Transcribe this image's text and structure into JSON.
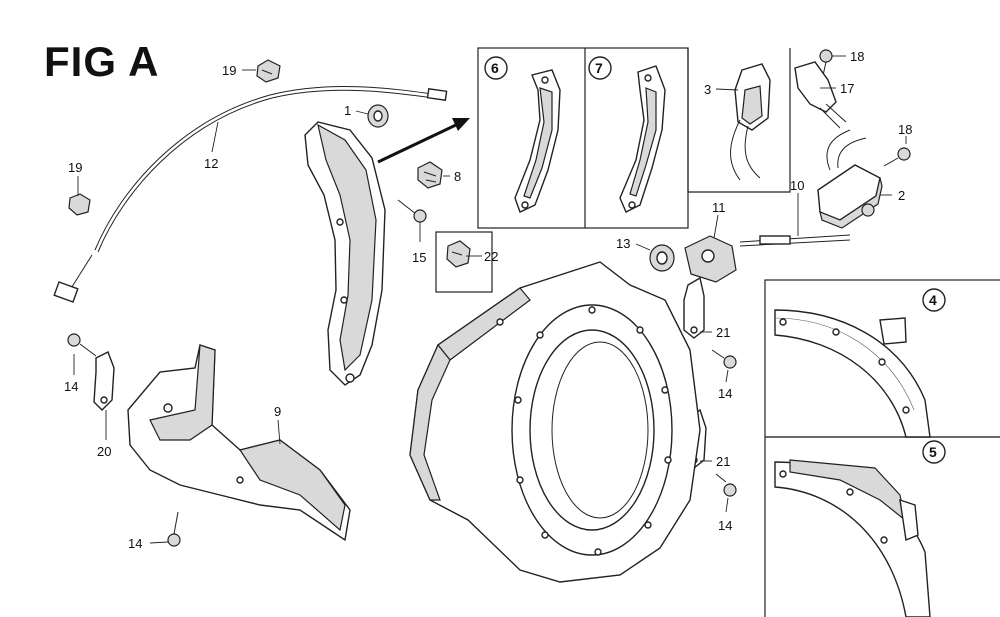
{
  "figure": {
    "title": "FIG A"
  },
  "callouts": {
    "p19a": "19",
    "p19b": "19",
    "p1": "1",
    "p12": "12",
    "p8": "8",
    "p15": "15",
    "p22": "22",
    "p14a": "14",
    "p20": "20",
    "p9": "9",
    "p14b": "14",
    "p3": "3",
    "p18a": "18",
    "p17": "17",
    "p18b": "18",
    "p2": "2",
    "p10": "10",
    "p11": "11",
    "p13": "13",
    "p21a": "21",
    "p14c": "14",
    "p21b": "21",
    "p14d": "14"
  },
  "circled": {
    "c6": "6",
    "c7": "7",
    "c4": "4",
    "c5": "5"
  }
}
